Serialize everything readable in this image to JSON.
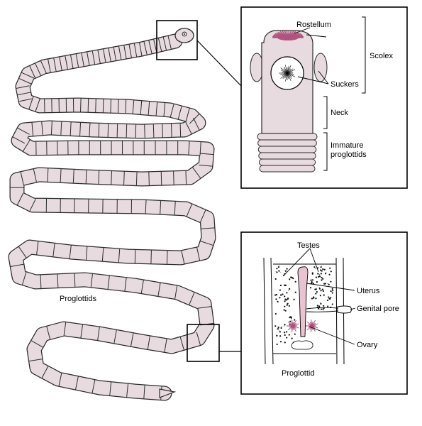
{
  "labels": {
    "rostellum": "Rostellum",
    "scolex": "Scolex",
    "suckers": "Suckers",
    "neck": "Neck",
    "immature_line1": "Immature",
    "immature_line2": "proglottids",
    "proglottids": "Proglottids",
    "testes": "Testes",
    "uterus": "Uterus",
    "genital_pore": "Genital pore",
    "ovary": "Ovary",
    "proglottid": "Proglottid"
  },
  "colors": {
    "body_fill": "#e7dbe0",
    "body_stroke": "#2b2b2b",
    "rostellum": "#b0537f",
    "uterus": "#e9c3d2",
    "ovary": "#a8527d",
    "testes": "#111111",
    "panel_stroke": "#000000"
  }
}
